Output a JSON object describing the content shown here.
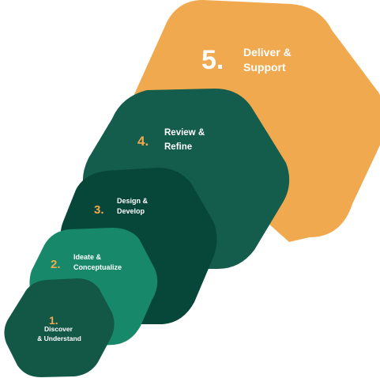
{
  "stages": [
    {
      "number": "1.",
      "line1": "Discover",
      "line2": "& Understand",
      "color": "#135847",
      "number_color": "#f0a94e"
    },
    {
      "number": "2.",
      "line1": "Ideate &",
      "line2": "Conceptualize",
      "color": "#17896a",
      "number_color": "#f0a94e"
    },
    {
      "number": "3.",
      "line1": "Design &",
      "line2": "Develop",
      "color": "#07473a",
      "number_color": "#f0a94e"
    },
    {
      "number": "4.",
      "line1": "Review &",
      "line2": "Refine",
      "color": "#145c4b",
      "number_color": "#f0a94e"
    },
    {
      "number": "5.",
      "line1": "Deliver &",
      "line2": "Support",
      "color": "#f0a94e",
      "number_color": "#ffffff"
    }
  ]
}
